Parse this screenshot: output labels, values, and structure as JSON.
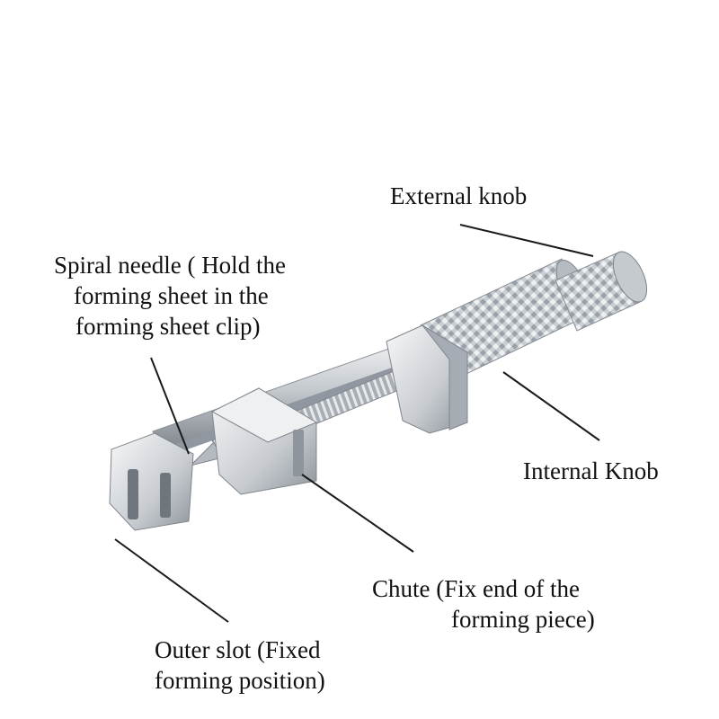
{
  "labels": {
    "external_knob": "External knob",
    "spiral_needle": [
      "Spiral needle ( Hold   the",
      "forming sheet  in  the",
      "forming sheet clip)"
    ],
    "internal_knob": "Internal Knob",
    "chute": [
      "Chute (Fix end of the",
      "forming piece)"
    ],
    "outer_slot": [
      "Outer slot (Fixed",
      "forming position)"
    ]
  },
  "colors": {
    "background": "#ffffff",
    "text": "#111111",
    "leader_line": "#1a1a1a",
    "metal_light": "#e9ecef",
    "metal_mid": "#b9bec4",
    "metal_dark": "#7d838a"
  }
}
